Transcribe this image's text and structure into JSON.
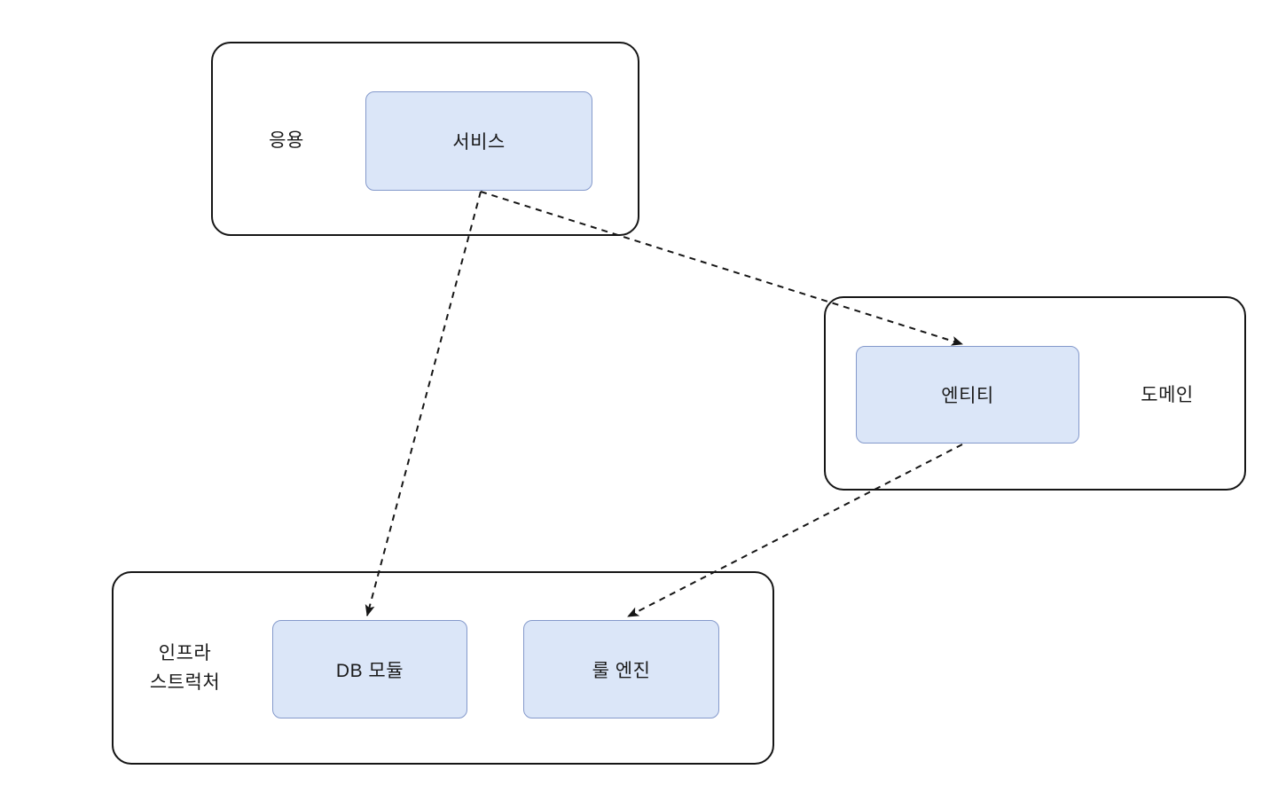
{
  "diagram": {
    "title": "layered-architecture-diagram",
    "groups": [
      {
        "id": "application",
        "label": "응용",
        "nodes": [
          {
            "id": "service",
            "label": "서비스"
          }
        ]
      },
      {
        "id": "domain",
        "label": "도메인",
        "nodes": [
          {
            "id": "entity",
            "label": "엔티티"
          }
        ]
      },
      {
        "id": "infrastructure",
        "label": "인프라\n스트럭처",
        "nodes": [
          {
            "id": "db-module",
            "label": "DB 모듈"
          },
          {
            "id": "rule-engine",
            "label": "룰 엔진"
          }
        ]
      }
    ],
    "edges": [
      {
        "from": "service",
        "to": "entity",
        "style": "dashed",
        "arrow": "end"
      },
      {
        "from": "service",
        "to": "db-module",
        "style": "dashed",
        "arrow": "end"
      },
      {
        "from": "entity",
        "to": "rule-engine",
        "style": "dashed",
        "arrow": "end"
      }
    ],
    "colors": {
      "node_fill": "#dbe6f8",
      "node_border": "#8499cb",
      "container_border": "#161616",
      "edge": "#161616",
      "text": "#1a1a1a",
      "background": "#ffffff"
    }
  }
}
